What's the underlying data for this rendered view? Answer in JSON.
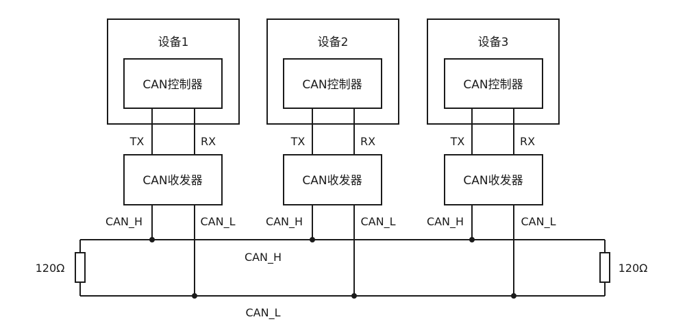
{
  "devices": [
    {
      "title": "设备1",
      "controller": "CAN控制器",
      "transceiver": "CAN收发器",
      "tx": "TX",
      "rx": "RX",
      "h_label": "CAN_H",
      "l_label": "CAN_L"
    },
    {
      "title": "设备2",
      "controller": "CAN控制器",
      "transceiver": "CAN收发器",
      "tx": "TX",
      "rx": "RX",
      "h_label": "CAN_H",
      "l_label": "CAN_L"
    },
    {
      "title": "设备3",
      "controller": "CAN控制器",
      "transceiver": "CAN收发器",
      "tx": "TX",
      "rx": "RX",
      "h_label": "CAN_H",
      "l_label": "CAN_L"
    }
  ],
  "bus": {
    "h_label": "CAN_H",
    "l_label": "CAN_L"
  },
  "terminators": {
    "left": "120Ω",
    "right": "120Ω"
  },
  "colors": {
    "line": "#1a1a1a",
    "background": "#ffffff"
  }
}
